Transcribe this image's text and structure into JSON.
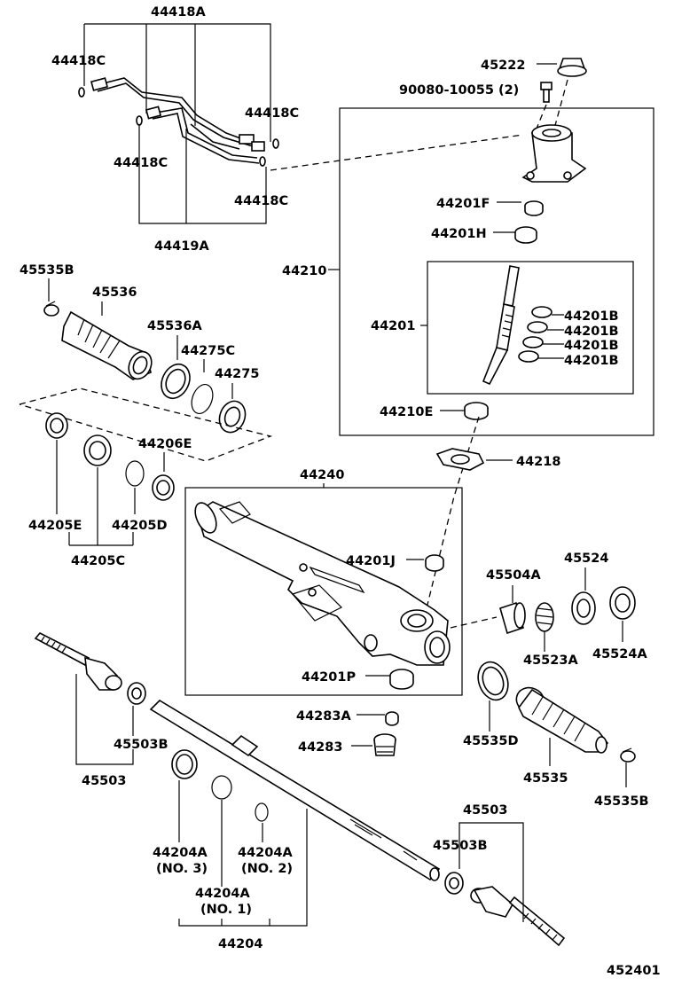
{
  "labels": {
    "p44418A": "44418A",
    "p44418C_a": "44418C",
    "p44418C_b": "44418C",
    "p44418C_c": "44418C",
    "p44418C_d": "44418C",
    "p44419A": "44419A",
    "p45222": "45222",
    "p90080": "90080-10055 (2)",
    "p44210": "44210",
    "p44201F": "44201F",
    "p44201H": "44201H",
    "p44201": "44201",
    "p44201B_1": "44201B",
    "p44201B_2": "44201B",
    "p44201B_3": "44201B",
    "p44201B_4": "44201B",
    "p44210E": "44210E",
    "p44218": "44218",
    "p45535B_a": "45535B",
    "p45536": "45536",
    "p45536A": "45536A",
    "p44275C": "44275C",
    "p44275": "44275",
    "p44206E": "44206E",
    "p44205E": "44205E",
    "p44205D": "44205D",
    "p44205C": "44205C",
    "p44240": "44240",
    "p44201J": "44201J",
    "p45504A": "45504A",
    "p45524": "45524",
    "p45523A": "45523A",
    "p45524A": "45524A",
    "p44201P": "44201P",
    "p44283A": "44283A",
    "p44283": "44283",
    "p45535D": "45535D",
    "p45535": "45535",
    "p45535B_b": "45535B",
    "p45503B_a": "45503B",
    "p45503_a": "45503",
    "p45503_b": "45503",
    "p45503B_b": "45503B",
    "p44204A_3": "44204A",
    "p44204A_3n": "(NO. 3)",
    "p44204A_2": "44204A",
    "p44204A_2n": "(NO. 2)",
    "p44204A_1": "44204A",
    "p44204A_1n": "(NO. 1)",
    "p44204": "44204",
    "diagram_id": "452401"
  }
}
